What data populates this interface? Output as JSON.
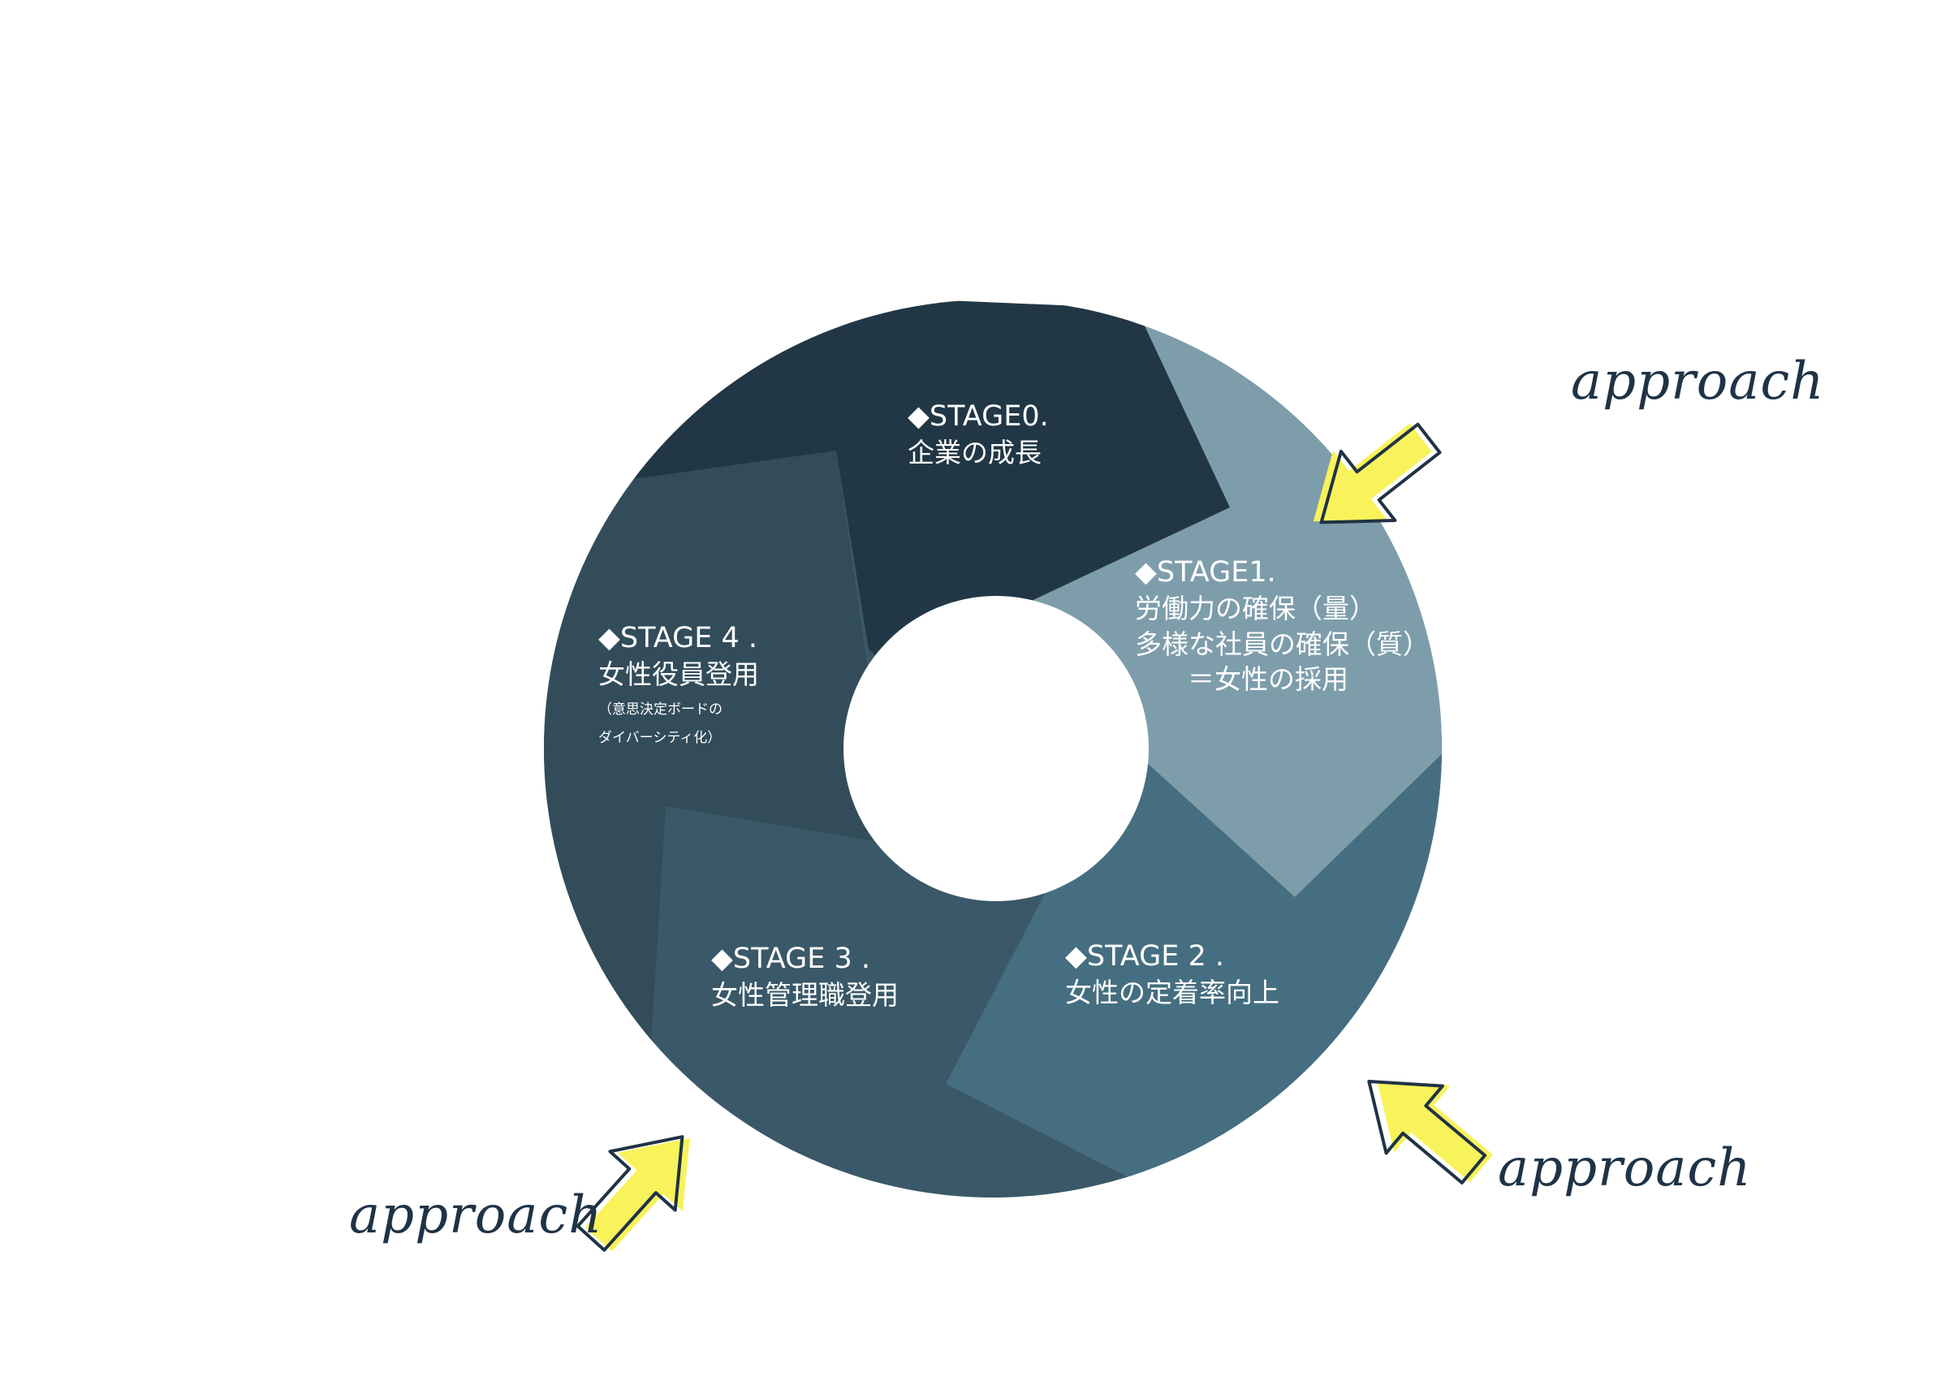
{
  "colors": {
    "stage0": "#223746",
    "stage1": "#7e9dab",
    "stage2": "#456e80",
    "stage3": "#3a5868",
    "stage4": "#324c5a",
    "hole": "#ffffff",
    "arrow_fill": "#f8f35a",
    "arrow_stroke": "#1f3346",
    "approach_text": "#1f3346"
  },
  "stages": [
    {
      "title": "◆STAGE0.",
      "lines": [
        "企業の成長"
      ]
    },
    {
      "title": "◆STAGE1.",
      "lines": [
        "労働力の確保（量）",
        "多様な社員の確保（質）",
        "＝女性の採用"
      ]
    },
    {
      "title": "◆STAGE 2 .",
      "lines": [
        "女性の定着率向上"
      ]
    },
    {
      "title": "◆STAGE 3 .",
      "lines": [
        "女性管理職登用"
      ]
    },
    {
      "title": "◆STAGE 4 .",
      "lines": [
        "女性役員登用"
      ],
      "notes": [
        "（意思決定ボードの",
        "ダイバーシティ化）"
      ]
    }
  ],
  "approach_labels": [
    "approach",
    "approach",
    "approach"
  ],
  "icons": [
    "arrow-icon",
    "arrow-icon",
    "arrow-icon"
  ]
}
